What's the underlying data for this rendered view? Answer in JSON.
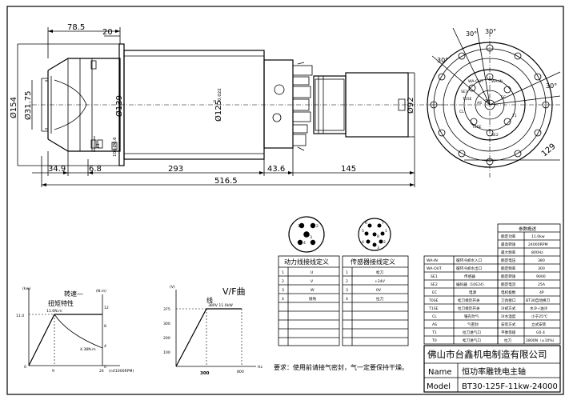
{
  "side_view": {
    "dims_top": [
      "78.5",
      "20"
    ],
    "dims_left": [
      "Ø154",
      "Ø31.75"
    ],
    "dims_body": [
      "Ø139",
      "Ø125",
      "0",
      "-0.022",
      "10×Ø6.6",
      "11"
    ],
    "dim_right": "Ø92",
    "dims_bottom": [
      "34.9",
      "6.8",
      "293",
      "43.6",
      "145"
    ],
    "dim_total": "516.5"
  },
  "end_view": {
    "angles": [
      "30°",
      "30°",
      "30°",
      "30°"
    ],
    "dim_diag": "129",
    "connector_labels": [
      "WA-OUT",
      "WA-IN",
      "EC",
      "T0",
      "T1SE",
      "CL",
      "T1",
      "SE1",
      "SE2",
      "T0SE",
      "AS"
    ]
  },
  "power_table": {
    "title": "动力线接线定义",
    "rows": [
      {
        "n": "1",
        "v": "U"
      },
      {
        "n": "2",
        "v": "V"
      },
      {
        "n": "3",
        "v": "W"
      },
      {
        "n": "4",
        "v": "接地"
      }
    ],
    "pins": [
      "1",
      "2",
      "3",
      "4"
    ]
  },
  "sensor_table": {
    "title": "传感器接线定义",
    "rows": [
      {
        "n": "1",
        "v": "松刀"
      },
      {
        "n": "2",
        "v": "+24V"
      },
      {
        "n": "3",
        "v": "0V"
      },
      {
        "n": "4",
        "v": "拉刀"
      }
    ],
    "pins": [
      "6",
      "7",
      "1",
      "5",
      "8",
      "4",
      "2",
      "3"
    ]
  },
  "io_table": {
    "rows": [
      [
        "WA-IN",
        "循环冷却水入口"
      ],
      [
        "WA-OUT",
        "循环冷却水出口"
      ],
      [
        "SE1",
        "传感器"
      ],
      [
        "SE2",
        "编码器（10E24）"
      ],
      [
        "EC",
        "电源"
      ],
      [
        "T0SE",
        "松刀接近开关"
      ],
      [
        "T1SE",
        "拉刀接近开关"
      ],
      [
        "CL",
        "锥孔吹气"
      ],
      [
        "AS",
        "气密封"
      ],
      [
        "T1",
        "拉刀进气口"
      ],
      [
        "T0",
        "松刀进气口"
      ]
    ]
  },
  "params": {
    "title": "参数概述",
    "rows": [
      [
        "额定功率",
        "11.0kw"
      ],
      [
        "最高转速",
        "24000RPM"
      ],
      [
        "最大频率",
        "800Hz"
      ],
      [
        "额定电压",
        "380"
      ],
      [
        "额定频率",
        "300"
      ],
      [
        "额定转速",
        "9000"
      ],
      [
        "额定电流",
        "25A"
      ],
      [
        "电机极数",
        "4P"
      ],
      [
        "刀具接口",
        "BT30自动换刀"
      ],
      [
        "冷却方式",
        "水冷+油冷"
      ],
      [
        "冷水温度",
        "小于25℃"
      ],
      [
        "安装方式",
        "立式安装"
      ],
      [
        "平衡等级",
        "G0.4"
      ],
      [
        "拉刀",
        "2800N（±10%）"
      ]
    ]
  },
  "title_block": {
    "company": "佛山市台鑫机电制造有限公司",
    "name_label": "Name",
    "name_value": "恒功率雕铣电主轴",
    "model_label": "Model",
    "model_value": "BT30-125F-11kw-24000"
  },
  "note": "要求：使用前请接气密封，气一定要保持干燥。",
  "chart_torque": {
    "title": "转速—",
    "subtitle": "扭矩特性",
    "y_unit": "(kw)",
    "y2_unit": "(N.m)",
    "y_ticks": [
      "11.0",
      "0"
    ],
    "y2_ticks": [
      "12",
      "8",
      "4",
      "0"
    ],
    "x_ticks": [
      "9",
      "24"
    ],
    "x_unit": "(nX1000RPM)",
    "labels": [
      "11.6N.m",
      "4.38N.m"
    ]
  },
  "chart_vf": {
    "title": "V/F曲",
    "title2": "线",
    "y_unit": "(V)",
    "y_ticks": [
      "375",
      "300",
      "200",
      "100"
    ],
    "x_ticks": [
      "300",
      "800"
    ],
    "x_unit": "Hz",
    "label": "380V 11.0kW"
  }
}
